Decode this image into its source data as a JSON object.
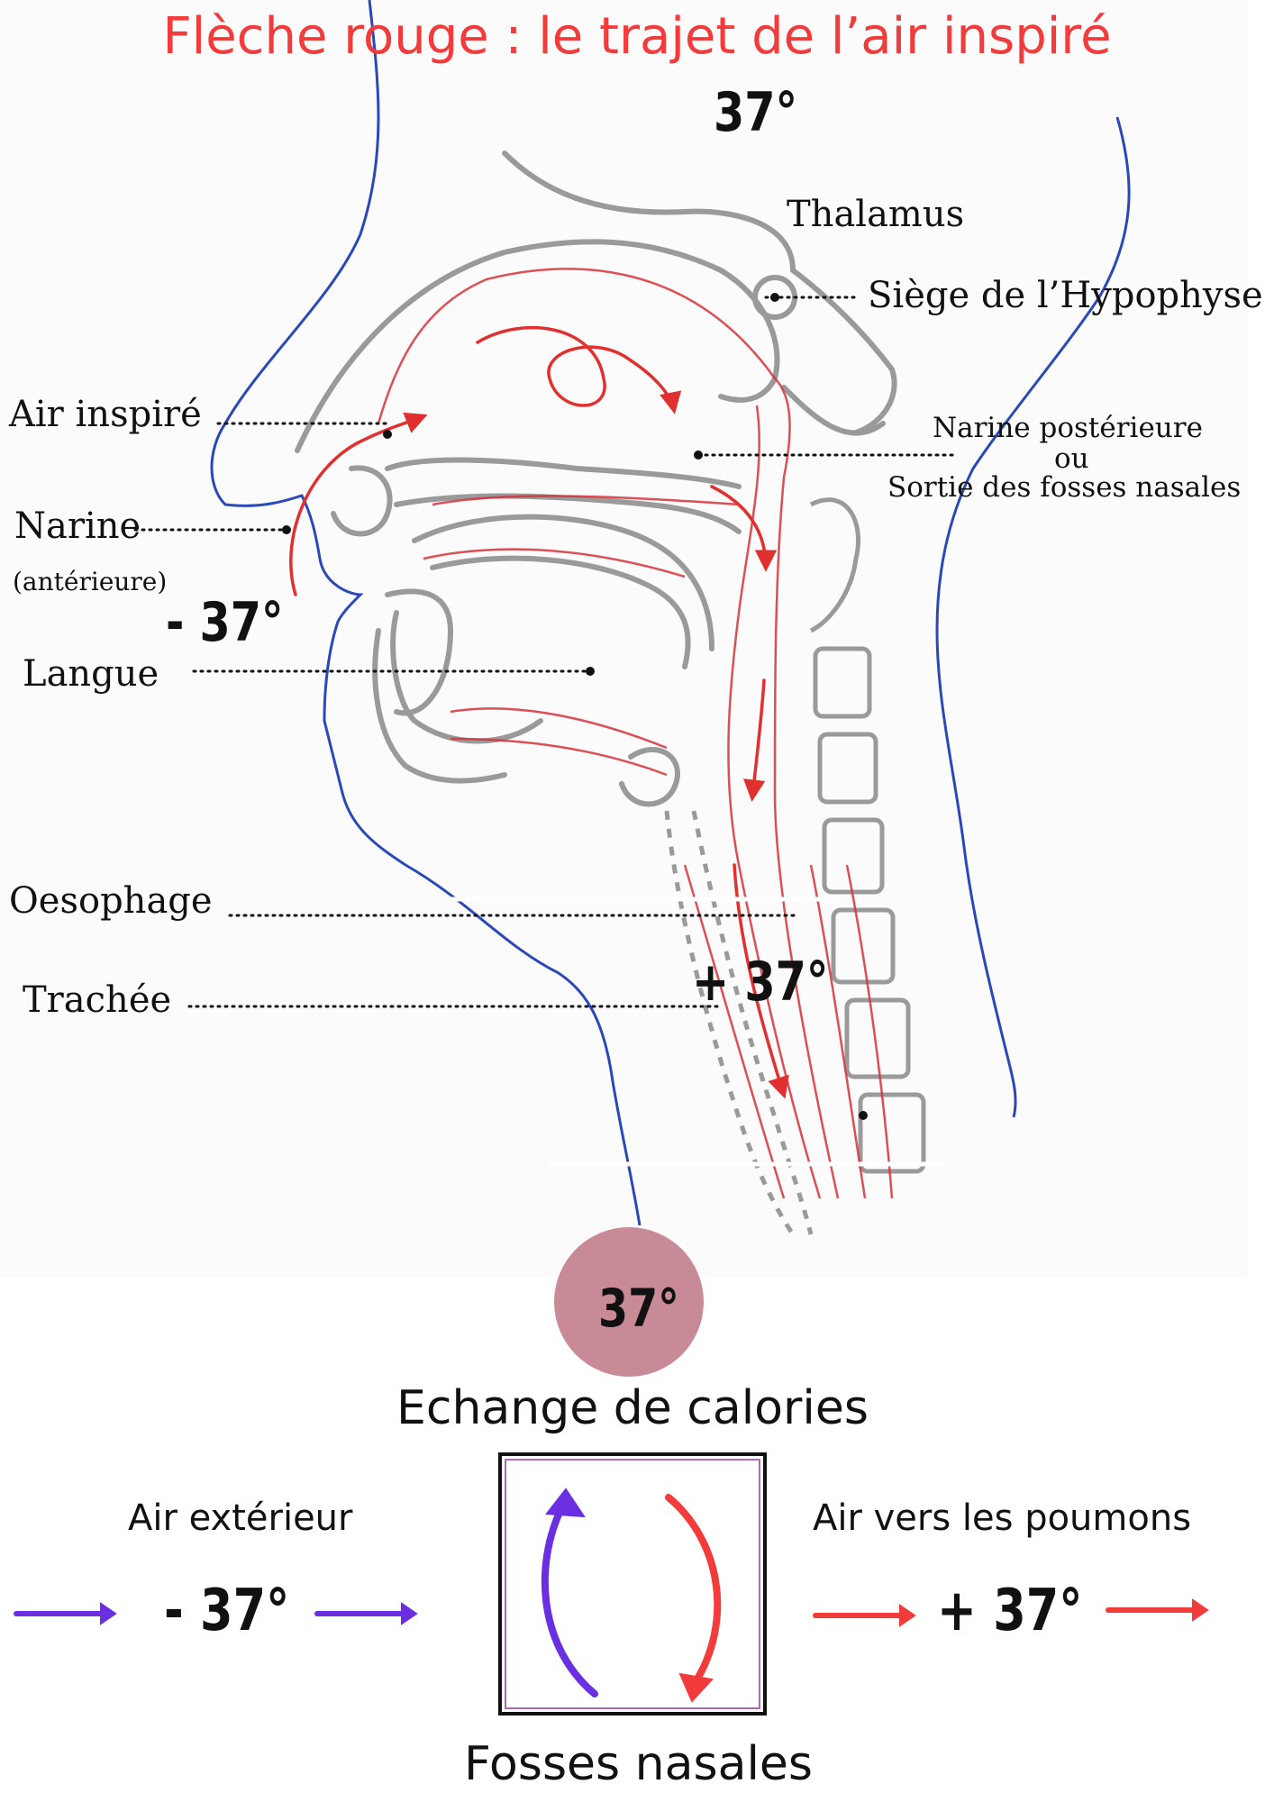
{
  "title": "Flèche rouge : le trajet de l’air inspiré",
  "colors": {
    "title_red": "#f23b3b",
    "outline_blue": "#2b48b8",
    "bone_gray": "#9a9a9a",
    "airway_red": "#d6323a",
    "arrow_purple": "#6a2fe0",
    "arrow_red": "#f23b3b",
    "circle_fill": "#c98a98"
  },
  "diagram": {
    "temp_top": "37°",
    "temp_nose": "- 37°",
    "temp_trachea": "+ 37°",
    "labels": {
      "thalamus": "Thalamus",
      "hypophyse": "Siège de l’Hypophyse",
      "air_inspire": "Air inspiré",
      "narine": "Narine",
      "narine_sub": "(antérieure)",
      "narine_posterieure_1": "Narine postérieure",
      "narine_posterieure_2": "ou",
      "narine_posterieure_3": "Sortie des fosses nasales",
      "langue": "Langue",
      "oesophage": "Oesophage",
      "trachee": "Trachée"
    }
  },
  "exchange": {
    "circle_temp": "37°",
    "title": "Echange de calories",
    "left_label": "Air extérieur",
    "left_temp": "- 37°",
    "right_label": "Air vers les poumons",
    "right_temp": "+ 37°",
    "box_label": "Fosses nasales"
  }
}
